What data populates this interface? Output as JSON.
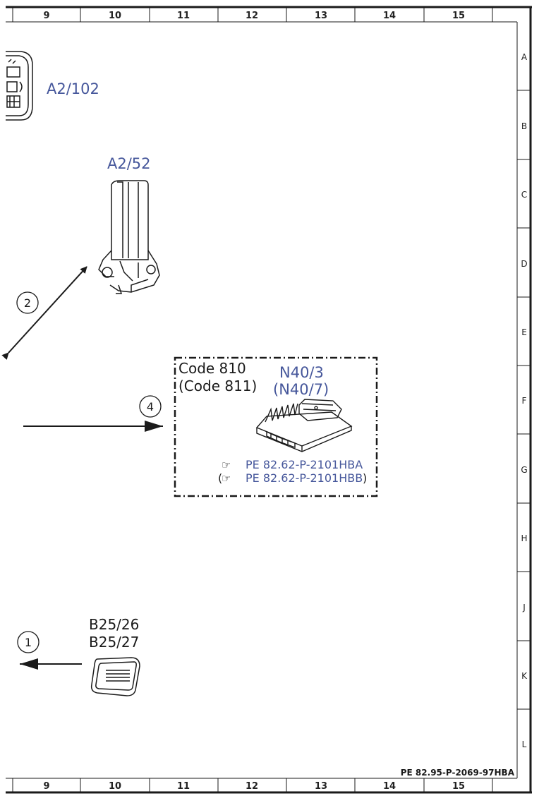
{
  "grid": {
    "columns": [
      "9",
      "10",
      "11",
      "12",
      "13",
      "14",
      "15"
    ],
    "rows": [
      "A",
      "B",
      "C",
      "D",
      "E",
      "F",
      "G",
      "H",
      "J",
      "K",
      "L"
    ]
  },
  "components": {
    "a2_102": "A2/102",
    "a2_52": "A2/52",
    "b25_26": "B25/26",
    "b25_27": "B25/27",
    "n40_3": "N40/3",
    "n40_7": "(N40/7)"
  },
  "option_box": {
    "code_810": "Code 810",
    "code_811": "(Code 811)",
    "ref_1": "PE 82.62-P-2101HBA",
    "ref_2_open": "(",
    "ref_2": "PE 82.62-P-2101HBB",
    "ref_2_close": ")"
  },
  "callouts": [
    "1",
    "2",
    "4"
  ],
  "doc_code": "PE 82.95-P-2069-97HBA",
  "colors": {
    "accent": "#46579b",
    "line": "#1a1a1a"
  }
}
